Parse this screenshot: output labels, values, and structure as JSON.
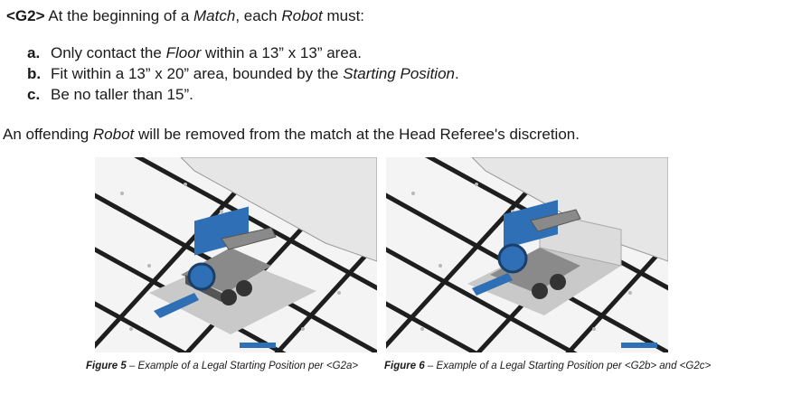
{
  "rule": {
    "id": "<G2>",
    "intro_1": " At the beginning of a ",
    "match_term": "Match",
    "intro_2": ", each ",
    "robot_term": "Robot",
    "intro_3": " must:"
  },
  "items": [
    {
      "letter": "a.",
      "pre": "Only contact the ",
      "term": "Floor",
      "post": " within a 13” x 13” area."
    },
    {
      "letter": "b.",
      "pre": "Fit within a 13” x 20” area, bounded by the ",
      "term": "Starting Position",
      "post": "."
    },
    {
      "letter": "c.",
      "pre": "Be no taller than 15”.",
      "term": "",
      "post": ""
    }
  ],
  "note": {
    "pre": "An offending ",
    "term": "Robot",
    "post": " will be removed from the match at the Head Referee's discretion."
  },
  "figures": [
    {
      "label": "Figure 5",
      "text": " – Example of a Legal Starting Position per <G2a>"
    },
    {
      "label": "Figure 6",
      "text": " – Example of a Legal Starting Position per <G2b> and <G2c>"
    }
  ],
  "colors": {
    "tile": "#f4f4f4",
    "line": "#222222",
    "start_zone": "#c9c9c9",
    "robot_blue": "#2f6fb5",
    "robot_gray": "#8a8a8a"
  }
}
